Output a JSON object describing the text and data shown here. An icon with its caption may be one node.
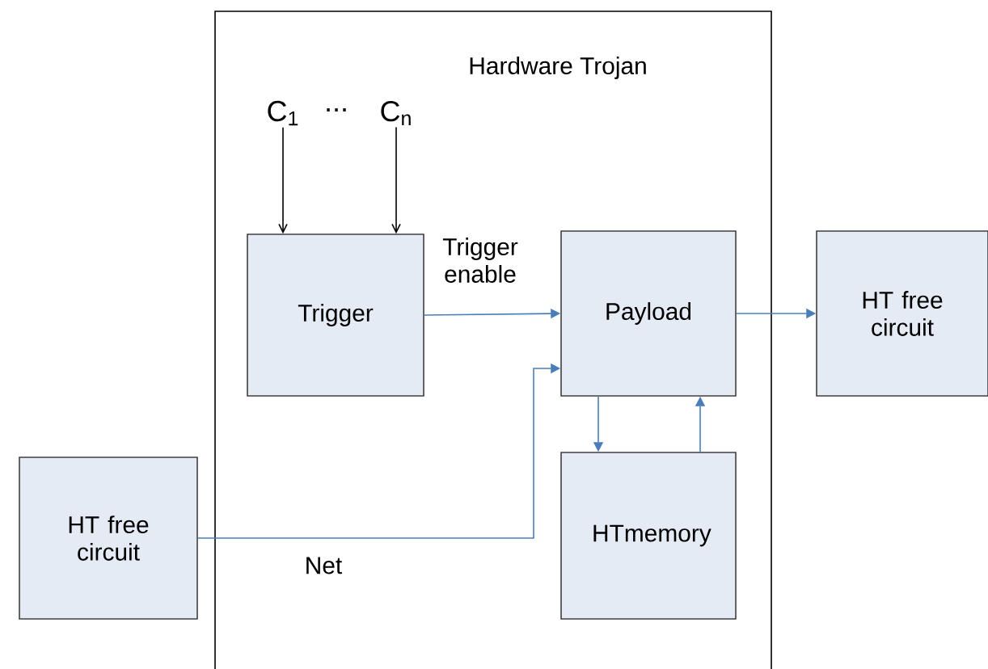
{
  "diagram": {
    "nodes": [
      {
        "text": [
          "Hardware Trojan"
        ]
      },
      {
        "text": [
          "C$_{1}$"
        ],
        "in": 0
      },
      {
        "text": [
          "C$_{n}$"
        ],
        "in": 0
      },
      {
        "text": [
          "Trigger"
        ],
        "in": 0
      },
      {
        "text": [
          "Payload"
        ],
        "in": 0
      },
      {
        "text": [
          "HTmemory"
        ],
        "in": 0
      },
      {
        "text": [
          "HT free circuit"
        ]
      },
      {
        "text": [
          "HT free circuit"
        ]
      }
    ],
    "edges": [
      {
        "from": 1,
        "to": 3,
        "arrow": "to",
        "color": "#000000"
      },
      {
        "from": 2,
        "to": 3,
        "arrow": "to",
        "color": "#000000"
      },
      {
        "from": 3,
        "to": 4,
        "arrow": "to",
        "label": "Trigger enable"
      },
      {
        "from": 4,
        "to": 6,
        "arrow": "to"
      },
      {
        "from": 4,
        "to": 5,
        "arrow": "to"
      },
      {
        "from": 5,
        "to": 4,
        "arrow": "to"
      },
      {
        "from": 7,
        "to": 4,
        "arrow": "to",
        "label": "Net"
      }
    ],
    "labels": [
      "..."
    ]
  }
}
